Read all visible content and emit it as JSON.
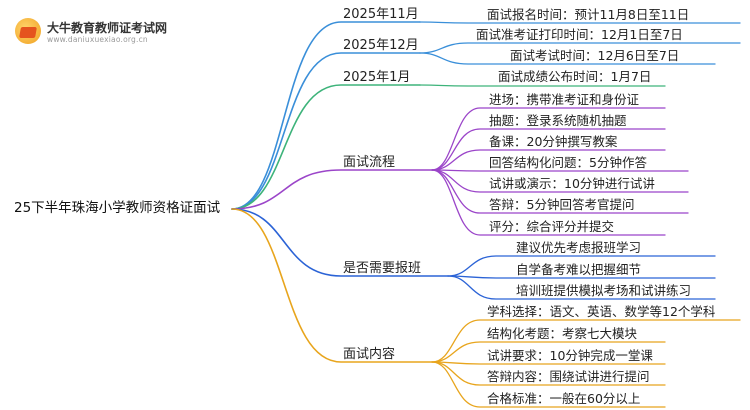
{
  "brand": {
    "name": "大牛教育教师证考试网",
    "url": "www.daniuxuexiao.org.cn"
  },
  "root": {
    "label": "25下半年珠海小学教师资格证面试"
  },
  "branches": [
    {
      "label": "2025年11月",
      "color": "#3a8fd9",
      "children": [
        "面试报名时间：预计11月8日至11日"
      ]
    },
    {
      "label": "2025年12月",
      "color": "#3a8fd9",
      "children": [
        "面试准考证打印时间：12月1日至7日",
        "面试考试时间：12月6日至7日"
      ]
    },
    {
      "label": "2025年1月",
      "color": "#3db37a",
      "children": [
        "面试成绩公布时间：1月7日"
      ]
    },
    {
      "label": "面试流程",
      "color": "#9b45c9",
      "children": [
        "进场：携带准考证和身份证",
        "抽题：登录系统随机抽题",
        "备课：20分钟撰写教案",
        "回答结构化问题：5分钟作答",
        "试讲或演示：10分钟进行试讲",
        "答辩：5分钟回答考官提问",
        "评分：综合评分并提交"
      ]
    },
    {
      "label": "是否需要报班",
      "color": "#2b63d6",
      "children": [
        "建议优先考虑报班学习",
        "自学备考难以把握细节",
        "培训班提供模拟考场和试讲练习"
      ]
    },
    {
      "label": "面试内容",
      "color": "#e8a51d",
      "children": [
        "学科选择：语文、英语、数学等12个学科",
        "结构化考题：考察七大模块",
        "试讲要求：10分钟完成一堂课",
        "答辩内容：围绕试讲进行提问",
        "合格标准：一般在60分以上"
      ]
    }
  ]
}
